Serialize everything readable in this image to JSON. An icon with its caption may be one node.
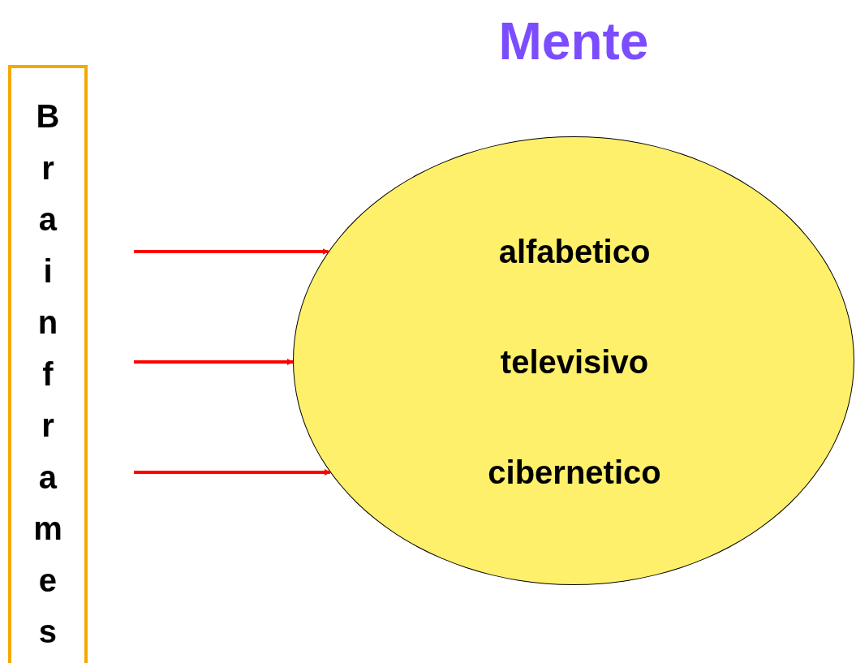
{
  "diagram": {
    "nodes": [
      {
        "text": [
          "Brainframes"
        ]
      },
      {
        "text": [
          "Mente"
        ]
      },
      {
        "text": [
          "alfabetico"
        ],
        "in": 1
      },
      {
        "text": [
          "televisivo"
        ],
        "in": 1
      },
      {
        "text": [
          "cibernetico"
        ],
        "in": 1
      }
    ],
    "edges": [
      {
        "from": null,
        "to": 1,
        "arrow": "to",
        "color": "#ff0000"
      },
      {
        "from": null,
        "to": 1,
        "arrow": "to",
        "color": "#ff0000"
      },
      {
        "from": null,
        "to": 1,
        "arrow": "to",
        "color": "#ff0000"
      }
    ]
  }
}
